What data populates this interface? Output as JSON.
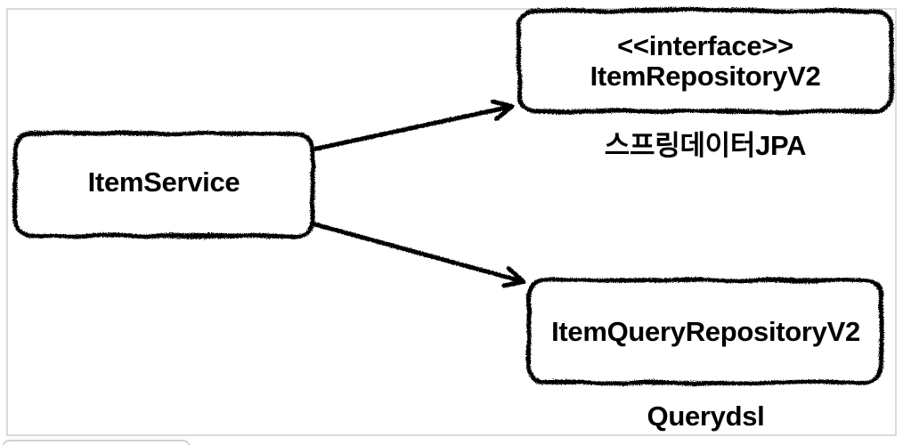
{
  "frame": {
    "border_color": "#dbdbdb",
    "background": "#ffffff"
  },
  "diagram": {
    "stroke_color": "#000000",
    "text_color": "#000000",
    "style": "hand-drawn-sketch",
    "nodes": {
      "service": {
        "label": "ItemService"
      },
      "repository": {
        "stereotype": "<<interface>>",
        "label": "ItemRepositoryV2",
        "caption": "스프링데이터JPA"
      },
      "query_repository": {
        "label": "ItemQueryRepositoryV2",
        "caption": "Querydsl"
      }
    },
    "edges": [
      {
        "from": "ItemService",
        "to": "ItemRepositoryV2",
        "type": "arrow"
      },
      {
        "from": "ItemService",
        "to": "ItemQueryRepositoryV2",
        "type": "arrow"
      }
    ]
  }
}
